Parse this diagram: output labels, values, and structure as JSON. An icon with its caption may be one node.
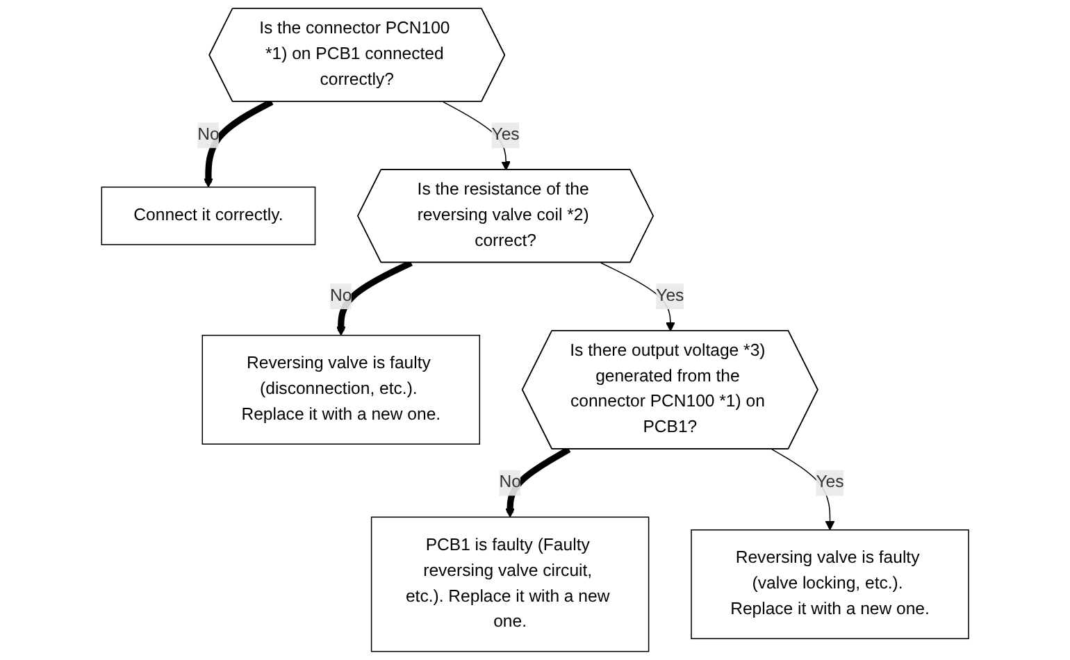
{
  "diagram": {
    "nodes": [
      {
        "text": [
          "Is the connector PCN100 *1) on PCB1 connected correctly?"
        ]
      },
      {
        "text": [
          "Connect it correctly."
        ]
      },
      {
        "text": [
          "Is the resistance of the reversing valve coil *2) correct?"
        ]
      },
      {
        "text": [
          "Reversing valve is faulty (disconnection, etc.). Replace it with a new one."
        ]
      },
      {
        "text": [
          "Is there output voltage *3) generated from the connector PCN100 *1) on PCB1?"
        ]
      },
      {
        "text": [
          "PCB1 is faulty (Faulty reversing valve circuit, etc.). Replace it with a new one."
        ]
      },
      {
        "text": [
          "Reversing valve is faulty (valve locking, etc.). Replace it with a new one."
        ]
      }
    ],
    "edges": [
      {
        "from": 0,
        "to": 1,
        "arrow": "to",
        "label": "No",
        "style": "thick"
      },
      {
        "from": 0,
        "to": 2,
        "arrow": "to",
        "label": "Yes"
      },
      {
        "from": 2,
        "to": 3,
        "arrow": "to",
        "label": "No",
        "style": "thick"
      },
      {
        "from": 2,
        "to": 4,
        "arrow": "to",
        "label": "Yes"
      },
      {
        "from": 4,
        "to": 5,
        "arrow": "to",
        "label": "No",
        "style": "thick"
      },
      {
        "from": 4,
        "to": 6,
        "arrow": "to",
        "label": "Yes"
      }
    ]
  }
}
